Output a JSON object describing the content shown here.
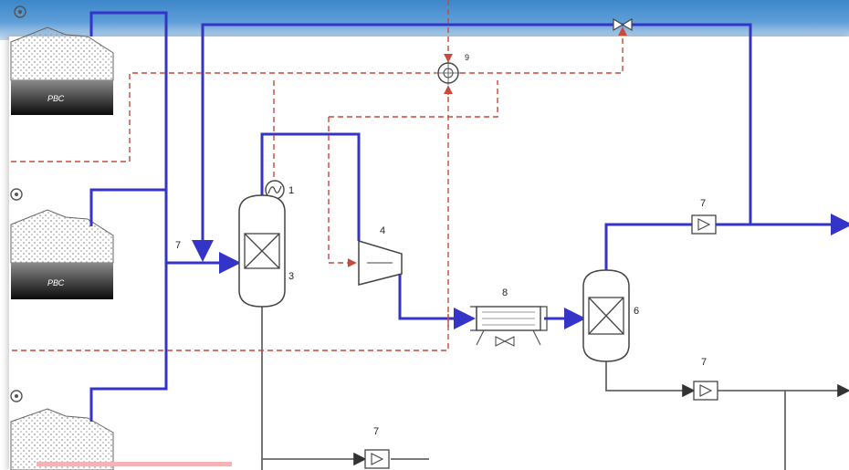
{
  "tank_labels": [
    "РВС",
    "РВС"
  ],
  "labels": {
    "stream_label_feed": "7",
    "heater_label": "1",
    "separator_label": "3",
    "compressor_label": "4",
    "heat_exchanger_label": "8",
    "column_label": "6",
    "controller_label": "9",
    "valve_label_top": "7",
    "valve_label_bottom": "7",
    "valve_label_lower": "7"
  },
  "colors": {
    "process_line": "#3434c8",
    "signal_line": "#c84a3a",
    "equipment_stroke": "#444444",
    "utility_line": "#666666",
    "header_bar": "#3c86c9"
  },
  "icons": [
    "gear-icon",
    "valve-icon",
    "controller-icon"
  ]
}
